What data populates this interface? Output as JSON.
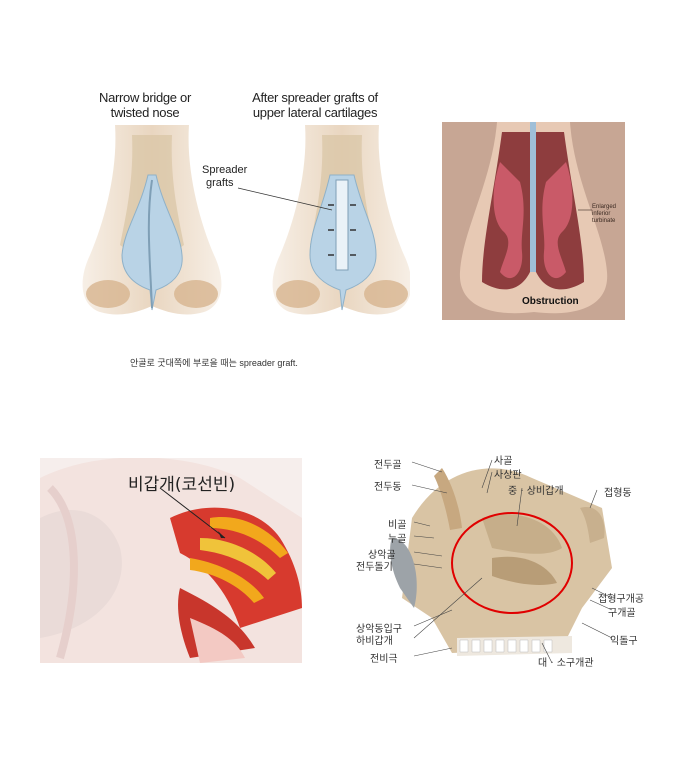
{
  "spreader_panel": {
    "left_title_line1": "Narrow bridge or",
    "left_title_line2": "twisted nose",
    "right_title_line1": "After spreader grafts of",
    "right_title_line2": "upper lateral cartilages",
    "spreader_label_line1": "Spreader",
    "spreader_label_line2": "grafts",
    "caption": "안골로 굿대쪽에 부로을 때는 spreader graft."
  },
  "obstruction_panel": {
    "annotation_line1": "Enlarged",
    "annotation_line2": "inferior",
    "annotation_line3": "turbinate",
    "label": "Obstruction"
  },
  "sagittal_panel": {
    "title": "비갑개(코선빈)"
  },
  "lateral_panel": {
    "labels": {
      "frontal_bone": "전두골",
      "frontal_sinus": "전두동",
      "ethmoid": "사골",
      "cribriform": "사상판",
      "mid_sup_turbinate": "중 · 상비갑개",
      "sphenoid_sinus": "접형동",
      "nasal_bone": "비골",
      "lacrimal": "누골",
      "maxilla": "상악골",
      "frontal_process": "전두돌기",
      "sphenoid_opening": "접형구개공",
      "palatine": "구개골",
      "maxillary_opening": "상악동입구",
      "inf_turbinate": "하비갑개",
      "ant_nasal_spine": "전비극",
      "incisive_canal": "대 · 소구개관",
      "pterygoid": "익돌구"
    }
  },
  "colors": {
    "cartilage": "#b9d3e6",
    "skin": "#efe2d2",
    "bone": "#d9c4a4",
    "mucosa_red": "#d73a2e",
    "turbinate_pink": "#c95a68",
    "highlight_circle": "#e00000"
  }
}
